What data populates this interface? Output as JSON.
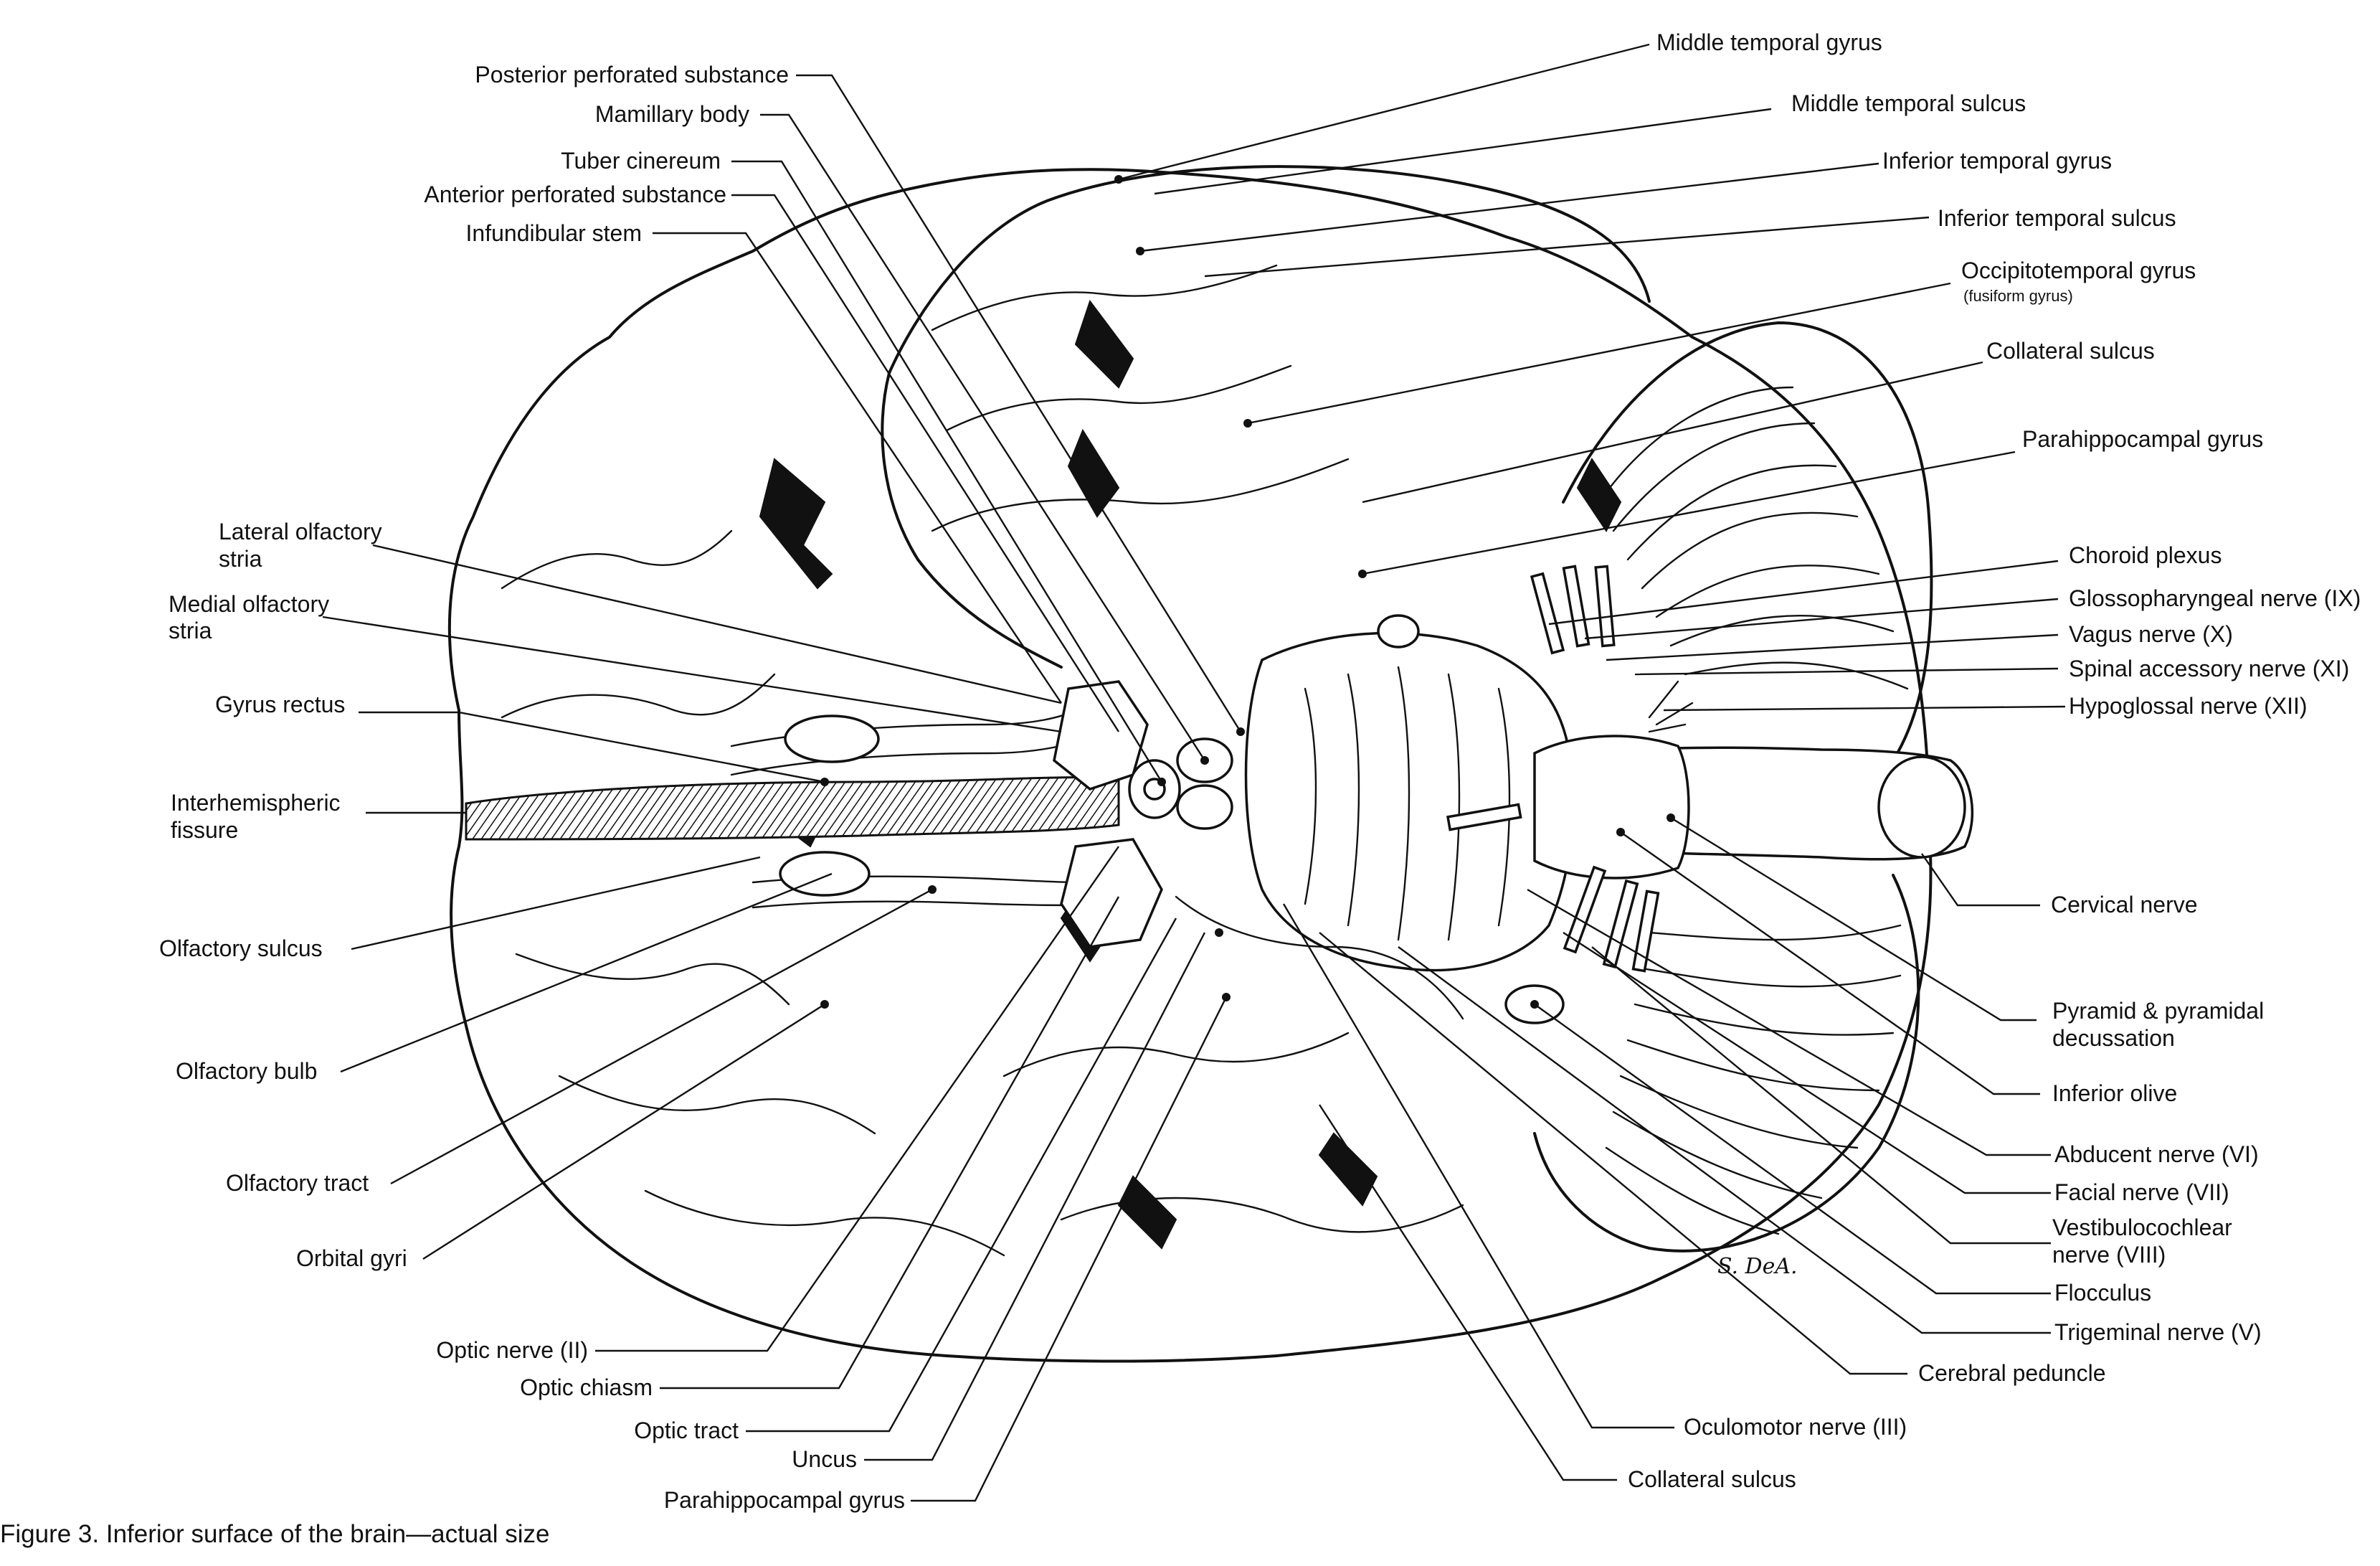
{
  "figure": {
    "caption": "Figure 3.  Inferior surface of the brain—actual size",
    "signature": "S. DeA."
  },
  "labels_left": {
    "posterior_perforated_substance": "Posterior perforated substance",
    "mamillary_body": "Mamillary body",
    "tuber_cinereum": "Tuber cinereum",
    "anterior_perforated_substance": "Anterior perforated substance",
    "infundibular_stem": "Infundibular stem",
    "lateral_olfactory_stria_1": "Lateral olfactory",
    "lateral_olfactory_stria_2": "stria",
    "medial_olfactory_stria_1": "Medial olfactory",
    "medial_olfactory_stria_2": "stria",
    "gyrus_rectus": "Gyrus rectus",
    "interhemispheric_fissure_1": "Interhemispheric",
    "interhemispheric_fissure_2": "fissure",
    "olfactory_sulcus": "Olfactory sulcus",
    "olfactory_bulb": "Olfactory bulb",
    "olfactory_tract": "Olfactory tract",
    "orbital_gyri": "Orbital gyri",
    "optic_nerve": "Optic nerve (II)",
    "optic_chiasm": "Optic chiasm",
    "optic_tract": "Optic tract",
    "uncus": "Uncus",
    "parahippocampal_gyrus_bottom": "Parahippocampal gyrus"
  },
  "labels_right": {
    "middle_temporal_gyrus": "Middle temporal gyrus",
    "middle_temporal_sulcus": "Middle temporal sulcus",
    "inferior_temporal_gyrus": "Inferior temporal gyrus",
    "inferior_temporal_sulcus": "Inferior temporal sulcus",
    "occipitotemporal_gyrus": "Occipitotemporal gyrus",
    "fusiform_gyrus": "(fusiform gyrus)",
    "collateral_sulcus_top": "Collateral sulcus",
    "parahippocampal_gyrus_top": "Parahippocampal gyrus",
    "choroid_plexus": "Choroid plexus",
    "glossopharyngeal_nerve": "Glossopharyngeal nerve (IX)",
    "vagus_nerve": "Vagus nerve (X)",
    "spinal_accessory_nerve": "Spinal accessory nerve (XI)",
    "hypoglossal_nerve": "Hypoglossal nerve (XII)",
    "cervical_nerve": "Cervical nerve",
    "pyramid_1": "Pyramid & pyramidal",
    "pyramid_2": "decussation",
    "inferior_olive": "Inferior olive",
    "abducent_nerve": "Abducent nerve (VI)",
    "facial_nerve": "Facial nerve  (VII)",
    "vestibulocochlear_1": "Vestibulocochlear",
    "vestibulocochlear_2": "nerve (VIII)",
    "flocculus": "Flocculus",
    "trigeminal_nerve": "Trigeminal nerve (V)",
    "cerebral_peduncle": "Cerebral peduncle",
    "oculomotor_nerve": "Oculomotor nerve (III)",
    "collateral_sulcus_bottom": "Collateral sulcus"
  }
}
